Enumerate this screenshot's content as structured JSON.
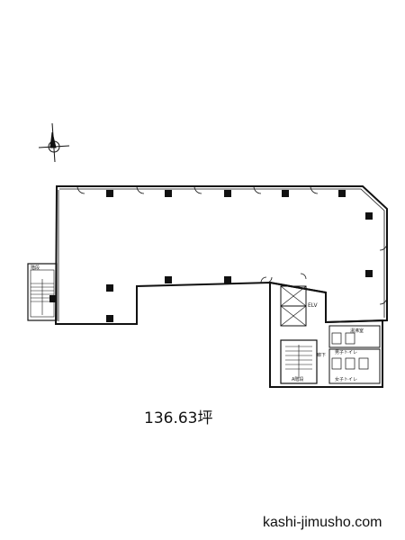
{
  "floor_plan": {
    "area": "136.63坪",
    "north_marker": "N",
    "labels": {
      "ev_hall": "ELV",
      "stair_a": "A階段",
      "stair_b": "階段",
      "corridor": "廊下",
      "kitchen": "湯沸室",
      "restroom_m": "男子トイレ",
      "restroom_f": "女子トイレ",
      "ps": "PS"
    }
  },
  "footer": {
    "site": "kashi-jimusho.com"
  }
}
